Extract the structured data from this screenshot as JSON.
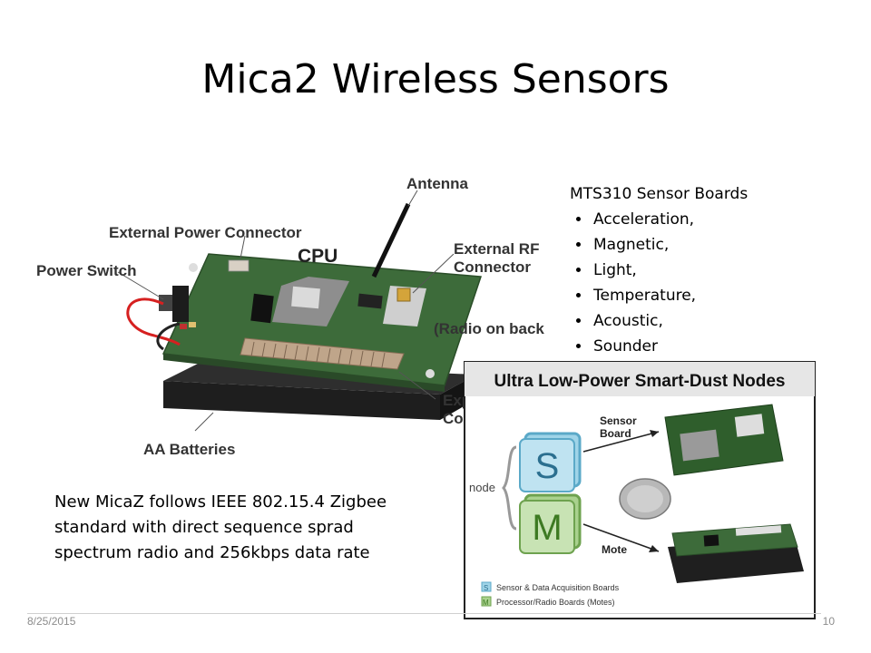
{
  "slide": {
    "title": "Mica2 Wireless Sensors",
    "date": "8/25/2015",
    "page_number": "10"
  },
  "mica2_image": {
    "labels": {
      "antenna": "Antenna",
      "external_power": "External Power Connector",
      "cpu": "CPU",
      "power_switch": "Power Switch",
      "external_rf_1": "External RF",
      "external_rf_2": "Connector",
      "radio_on_back": "(Radio on back)",
      "expansion_1": "Exp",
      "expansion_2": "Co",
      "aa_batteries": "AA Batteries"
    }
  },
  "sensor_boards": {
    "heading": "MTS310 Sensor Boards",
    "items": [
      "Acceleration,",
      "Magnetic,",
      "Light,",
      "Temperature,",
      "Acoustic,",
      "Sounder"
    ]
  },
  "micaz": {
    "text_line1": "New MicaZ  follows IEEE 802.15.4 Zigbee",
    "text_line2": "standard with direct sequence sprad",
    "text_line3": "spectrum radio and 256kbps data rate"
  },
  "smartdust_image": {
    "title": "Ultra Low-Power Smart-Dust Nodes",
    "node_label": "node",
    "s_letter": "S",
    "m_letter": "M",
    "sensor_board_1": "Sensor",
    "sensor_board_2": "Board",
    "mote_label": "Mote",
    "legend_s": "Sensor & Data Acquisition Boards",
    "legend_m": "Processor/Radio Boards (Motes)"
  },
  "colors": {
    "pcb_green": "#3d6b3a",
    "s_box": "#9fd4e8",
    "m_box": "#a9d18e"
  }
}
